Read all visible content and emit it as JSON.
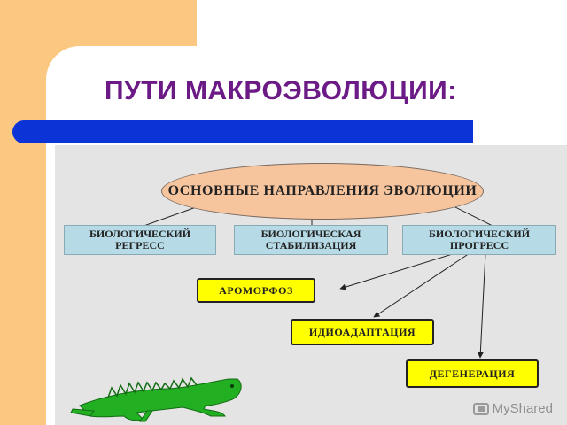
{
  "slide": {
    "title": "ПУТИ МАКРОЭВОЛЮЦИИ:"
  },
  "diagram": {
    "root": "ОСНОВНЫЕ НАПРАВЛЕНИЯ ЭВОЛЮЦИИ",
    "branches": [
      "БИОЛОГИЧЕСКИЙ РЕГРЕСС",
      "БИОЛОГИЧЕСКАЯ СТАБИЛИЗАЦИЯ",
      "БИОЛОГИЧЕСКИЙ ПРОГРЕСС"
    ],
    "progress_paths": [
      "АРОМОРФОЗ",
      "ИДИОАДАПТАЦИЯ",
      "ДЕГЕНЕРАЦИЯ"
    ]
  },
  "watermark": {
    "text": "MyShared",
    "icon": "screen-icon"
  },
  "colors": {
    "background_orange": "#fbc882",
    "blue_bar": "#0b33d6",
    "title": "#6b1a86",
    "ellipse_fill": "#f6c49d",
    "branch_fill": "#b7dbe6",
    "path_fill": "#ffff00",
    "lizard": "#22b022"
  }
}
